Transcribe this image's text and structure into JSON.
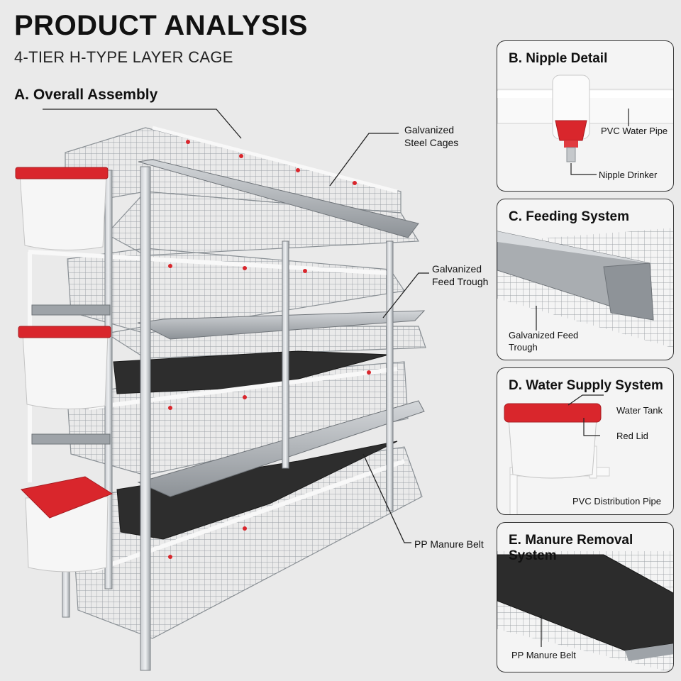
{
  "header": {
    "title": "PRODUCT ANALYSIS",
    "subtitle": "4-TIER H-TYPE LAYER CAGE"
  },
  "overall": {
    "section_title": "A. Overall Assembly",
    "callouts": {
      "steel_cages": "Galvanized Steel Cages",
      "feed_trough": "Galvanized Feed Trough",
      "manure_belt": "PP Manure Belt"
    }
  },
  "panels": {
    "nipple": {
      "title": "B. Nipple Detail",
      "labels": {
        "pipe": "PVC Water Pipe",
        "drinker": "Nipple Drinker"
      }
    },
    "feeding": {
      "title": "C. Feeding System",
      "labels": {
        "trough": "Galvanized Feed Trough"
      }
    },
    "water": {
      "title": "D. Water Supply System",
      "labels": {
        "tank": "Water Tank",
        "lid": "Red Lid",
        "pipe": "PVC Distribution Pipe"
      }
    },
    "manure": {
      "title": "E. Manure Removal System",
      "labels": {
        "belt": "PP Manure Belt"
      }
    }
  },
  "colors": {
    "background": "#eaeaea",
    "red_lid": "#d9262c",
    "steel": "#b8bcc0",
    "belt": "#2c2c2c",
    "pvc": "#f7f7f7"
  }
}
